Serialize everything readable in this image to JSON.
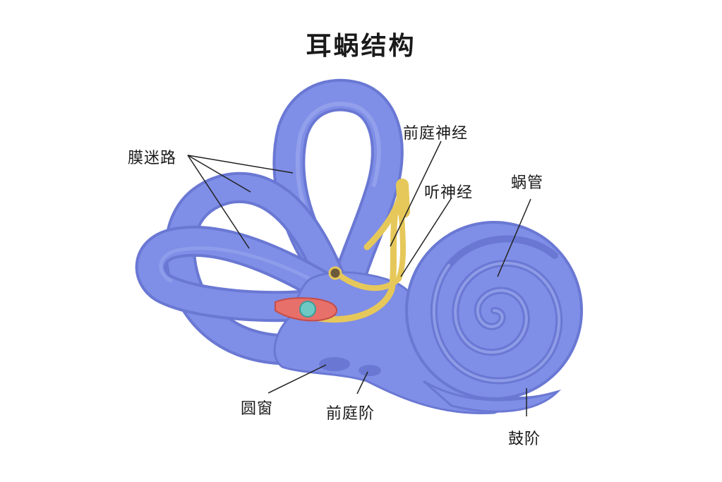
{
  "title": "耳蜗结构",
  "labels": {
    "membranous_labyrinth": "膜迷路",
    "vestibular_nerve": "前庭神经",
    "auditory_nerve": "听神经",
    "cochlear_duct": "蜗管",
    "round_window": "圆窗",
    "scala_vestibuli": "前庭阶",
    "scala_tympani": "鼓阶"
  },
  "colors": {
    "labyrinth": "#7f8ee6",
    "labyrinth_edge": "#6a78d4",
    "labyrinth_highlight": "#9eabf0",
    "nerve": "#e6c85a",
    "oval_window": "#e8706a",
    "stapes": "#6ec9c4",
    "leader_line": "#222222"
  }
}
